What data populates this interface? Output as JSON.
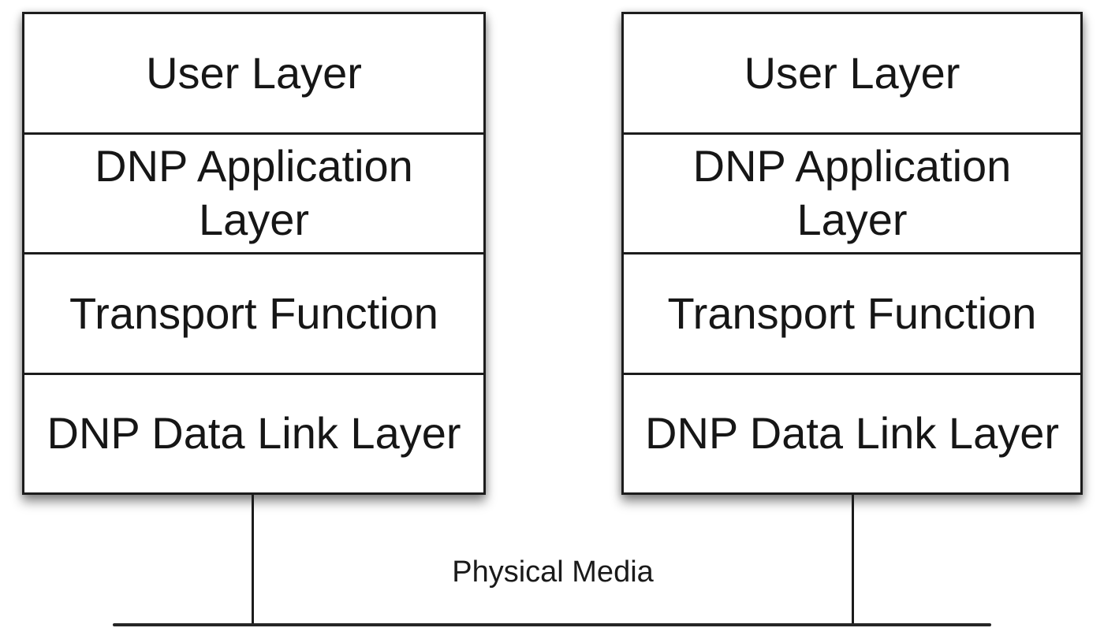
{
  "stacks": [
    {
      "layers": [
        "User Layer",
        "DNP Application Layer",
        "Transport Function",
        "DNP Data Link Layer"
      ]
    },
    {
      "layers": [
        "User Layer",
        "DNP Application Layer",
        "Transport Function",
        "DNP Data Link Layer"
      ]
    }
  ],
  "bus": {
    "label": "Physical Media"
  },
  "colors": {
    "line": "#1c1c1c",
    "box_fill": "#ffffff",
    "text": "#161616",
    "background": "#ffffff"
  }
}
